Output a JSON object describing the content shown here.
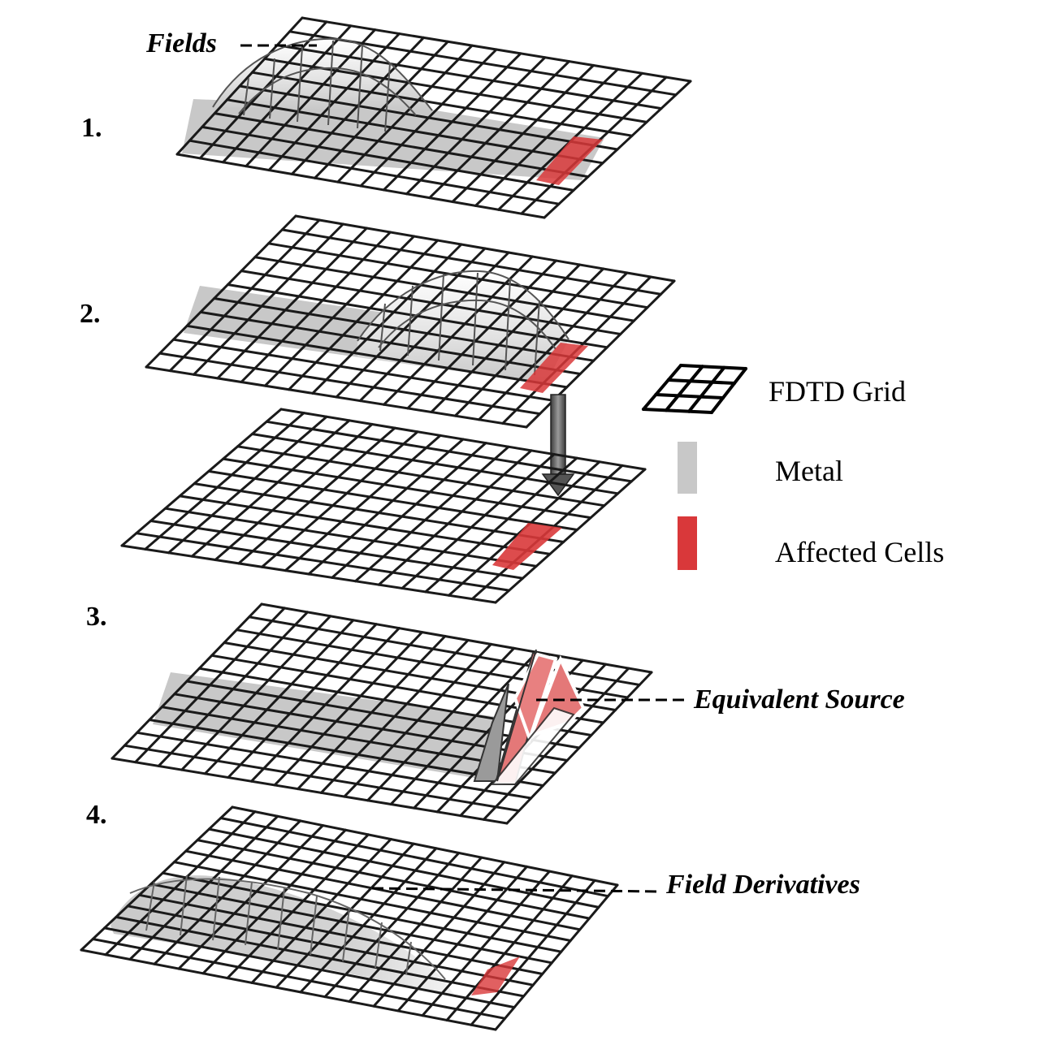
{
  "steps": [
    "1.",
    "2.",
    "3.",
    "4."
  ],
  "callouts": {
    "fields": "Fields",
    "equivalent_source": "Equivalent Source",
    "field_derivatives": "Field Derivatives"
  },
  "legend": {
    "grid_label": "FDTD Grid",
    "metal_label": "Metal",
    "affected_label": "Affected Cells"
  },
  "colors": {
    "grid_line": "#1a1a1a",
    "metal": "#c8c8c8",
    "affected": "#d9383a",
    "affected_light": "#e98080",
    "arrow": "#555555"
  }
}
